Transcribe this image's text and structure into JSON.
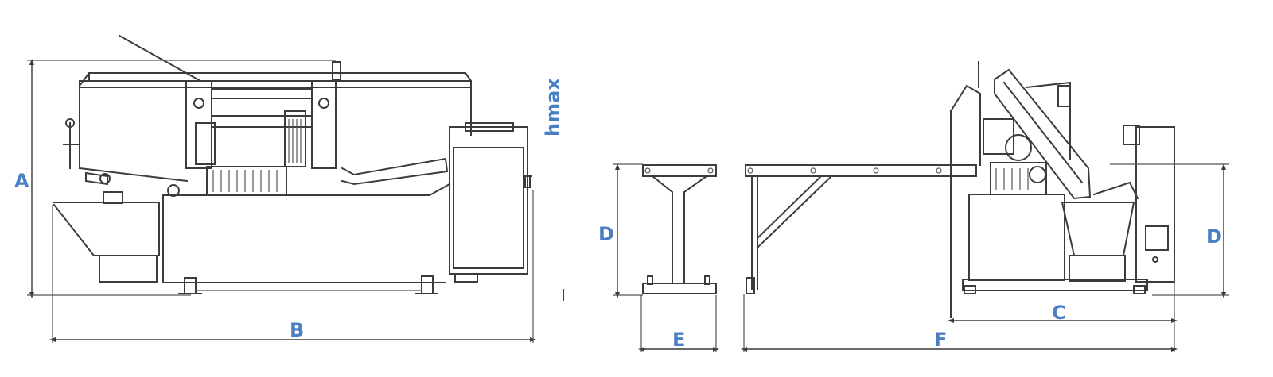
{
  "labels": {
    "a": "A",
    "b": "B",
    "c": "C",
    "d_left": "D",
    "d_right": "D",
    "e": "E",
    "f": "F",
    "hmax": "hmax"
  },
  "colors": {
    "label": "#4a7fc4",
    "line": "#3c3c3c"
  }
}
